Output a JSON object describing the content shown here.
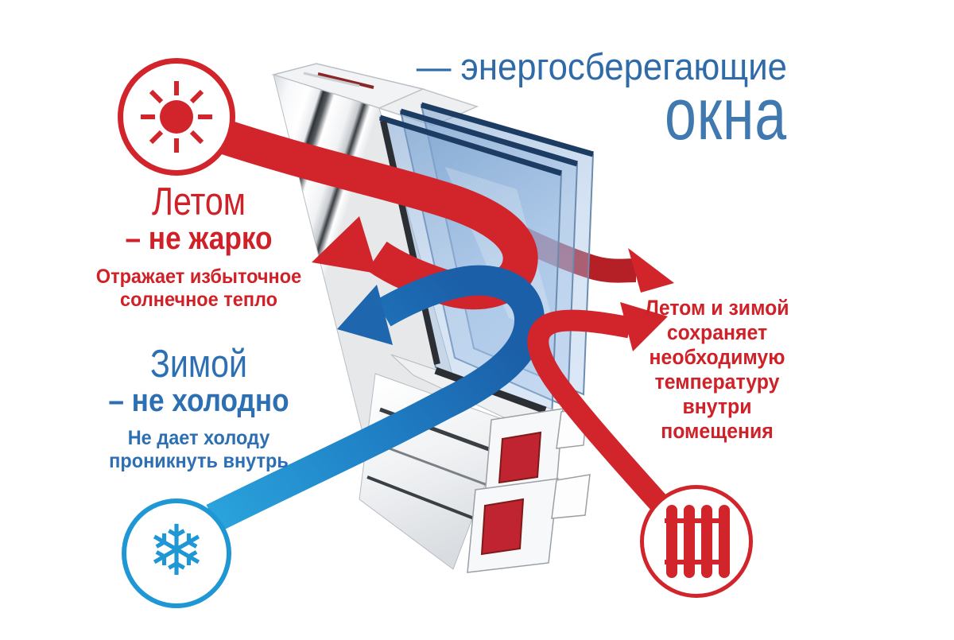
{
  "title": {
    "line1": "— энергосберегающие",
    "line2": "окна"
  },
  "summer": {
    "heading": "Летом",
    "subheading": "– не жарко",
    "desc_line1": "Отражает избыточное",
    "desc_line2": "солнечное тепло"
  },
  "winter": {
    "heading": "Зимой",
    "subheading": "– не холодно",
    "desc_line1": "Не дает холоду",
    "desc_line2": "проникнуть внутрь"
  },
  "benefit": {
    "lines": [
      "Летом и зимой",
      "сохраняет",
      "необходимую",
      "температуру",
      "внутри",
      "помещения"
    ]
  },
  "icons": {
    "summer": "sun-icon",
    "winter": "snowflake-icon",
    "heating": "radiator-icon",
    "winter_glyph": "❄"
  },
  "colors": {
    "red": "#d2242b",
    "red_dark": "#b51f26",
    "red_text": "#cf2127",
    "blue_text": "#2c6fb2",
    "icon_blue": "#1f97d4",
    "blue_band_light": "#2aa3dc",
    "blue_band_dark": "#1b5fa8",
    "title_blue": "#2e6ba8",
    "okna_blue": "#4079af",
    "steel_red": "#bf2430"
  }
}
